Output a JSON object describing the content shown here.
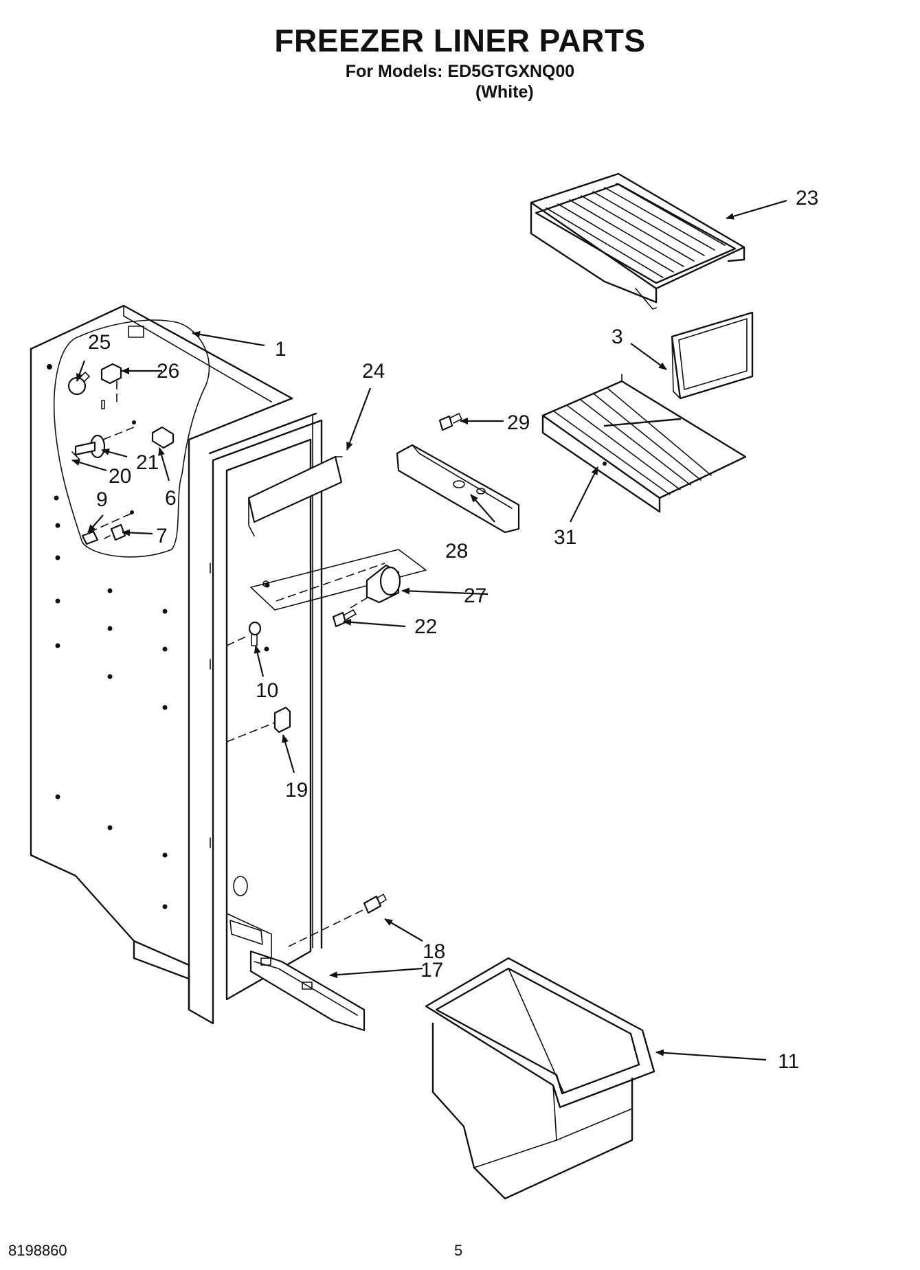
{
  "header": {
    "title": "FREEZER LINER PARTS",
    "models_line": "For Models: ED5GTGXNQ00",
    "variant": "(White)"
  },
  "footer": {
    "doc_number": "8198860",
    "page_number": "5"
  },
  "callouts": {
    "c1": "1",
    "c3": "3",
    "c6": "6",
    "c7": "7",
    "c9": "9",
    "c10": "10",
    "c11": "11",
    "c17": "17",
    "c18": "18",
    "c19": "19",
    "c20": "20",
    "c21": "21",
    "c22": "22",
    "c23": "23",
    "c24": "24",
    "c25": "25",
    "c26": "26",
    "c27": "27",
    "c28": "28",
    "c29": "29",
    "c31": "31"
  }
}
